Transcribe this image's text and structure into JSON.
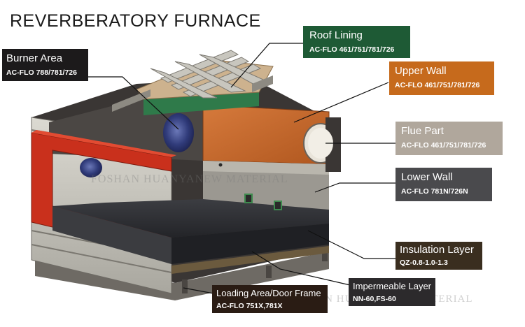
{
  "title": "REVERBERATORY FURNACE",
  "labels": {
    "burner_area": {
      "name": "Burner Area",
      "code": "AC-FLO 788/781/726",
      "color": "#1c1a1b"
    },
    "roof_lining": {
      "name": "Roof Lining",
      "code": "AC-FLO 461/751/781/726",
      "color": "#1e5a35"
    },
    "upper_wall": {
      "name": "Upper Wall",
      "code": "AC-FLO 461/751/781/726",
      "color": "#c66a1c"
    },
    "flue_part": {
      "name": "Flue Part",
      "code": "AC-FLO 461/751/781/726",
      "color": "#b0a79c"
    },
    "lower_wall": {
      "name": "Lower Wall",
      "code": "AC-FLO 781N/726N",
      "color": "#4a4a4d"
    },
    "insulation_layer": {
      "name": "Insulation Layer",
      "code": "QZ-0.8-1.0-1.3",
      "color": "#3a2e1f"
    },
    "impermeable_layer": {
      "name": "Impermeable Layer",
      "code": "NN-60,FS-60",
      "color": "#2c2a2c"
    },
    "loading_area": {
      "name": "Loading Area/Door Frame",
      "code": "AC-FLO 751X,781X",
      "color": "#2a1c14"
    }
  },
  "watermark": "FOSHAN HUANYANEW MATERIAL",
  "colors": {
    "red_frame": "#c9301c",
    "orange_wall": "#c96a2e",
    "gray_wall": "#c8c6be",
    "dark_floor": "#2e2f33",
    "green_roof": "#2f7a4a",
    "tan_roof": "#cdb28e",
    "burner_blue": "#3c4a8a"
  }
}
